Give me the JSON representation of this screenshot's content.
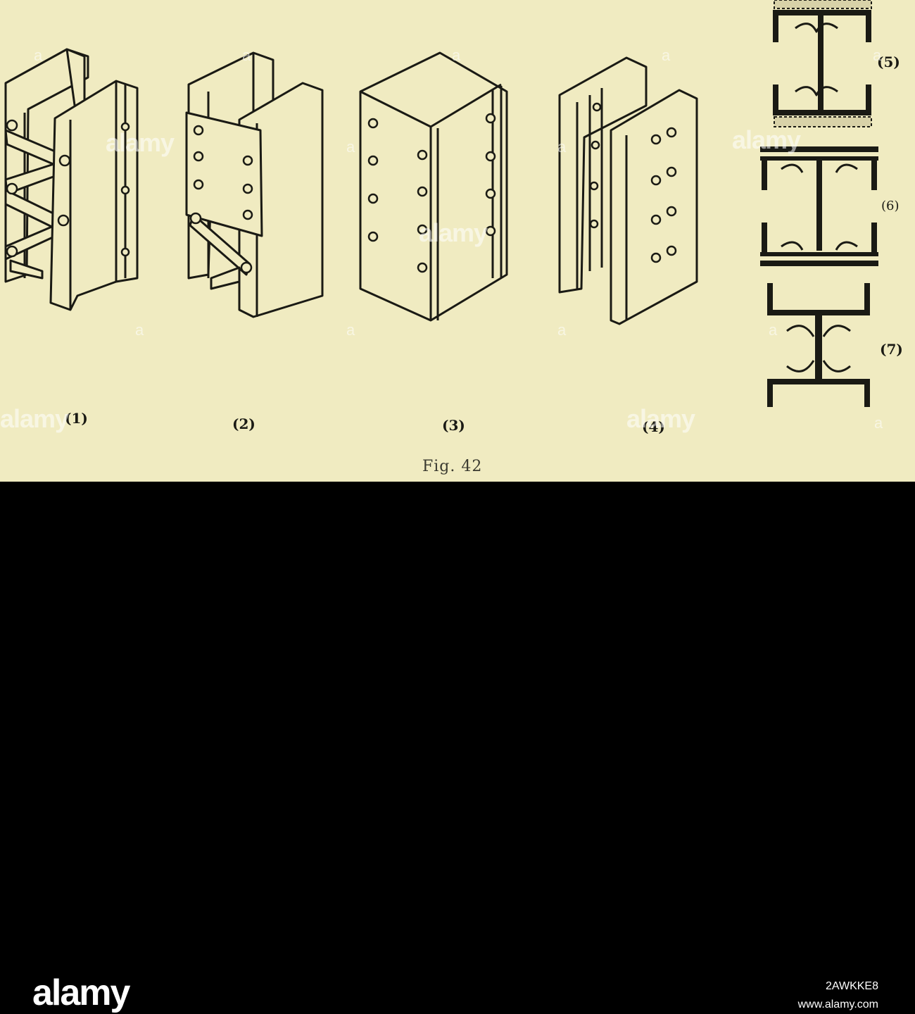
{
  "figure": {
    "caption": "Fig. 42",
    "labels": [
      "(1)",
      "(2)",
      "(3)",
      "(4)",
      "(5)",
      "(6)",
      "(7)"
    ]
  },
  "watermark": {
    "text": "alamy",
    "letter": "a"
  },
  "footer": {
    "brand": "alamy",
    "image_id": "2AWKKE8",
    "site": "www.alamy.com"
  },
  "colors": {
    "paper": "#f0ebc1",
    "ink": "#1a1a14",
    "footer_bg": "#000000"
  }
}
